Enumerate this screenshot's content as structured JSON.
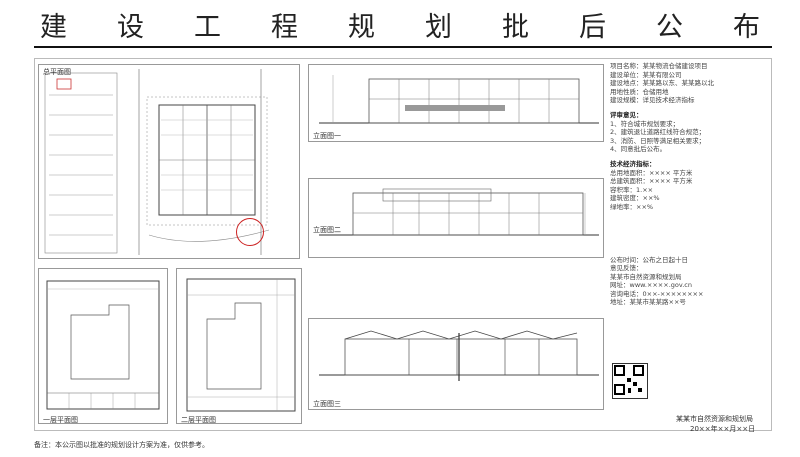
{
  "title_chars": [
    "建",
    "设",
    "工",
    "程",
    "规",
    "划",
    "批",
    "后",
    "公",
    "布"
  ],
  "drawings": {
    "site_plan_label": "总平面图",
    "elev1_label": "立面图一",
    "elev2_label": "立面图二",
    "elev3_label": "立面图三",
    "floor1_label": "一层平面图",
    "floor2_label": "二层平面图"
  },
  "info": {
    "project": [
      "项目名称：某某物流仓储建设项目",
      "建设单位：某某有限公司",
      "建设地点：某某路以东、某某路以北",
      "用地性质：仓储用地",
      "建设规模：详见技术经济指标"
    ],
    "review_head": "评审意见：",
    "review": [
      "1、符合城市规划要求；",
      "2、建筑退让道路红线符合规范；",
      "3、消防、日照等满足相关要求；",
      "4、同意批后公布。"
    ],
    "tech_head": "技术经济指标：",
    "tech": [
      "总用地面积：×××× 平方米",
      "总建筑面积：×××× 平方米",
      "容积率：1.××",
      "建筑密度：××%",
      "绿地率：××%"
    ],
    "public": [
      "公布时间：公布之日起十日",
      "意见反馈：",
      "某某市自然资源和规划局",
      "网址：www.××××.gov.cn",
      "咨询电话：0××-××××××××",
      "地址：某某市某某路××号"
    ],
    "sign_org": "某某市自然资源和规划局",
    "sign_date": "20××年××月××日"
  },
  "footer": "备注：本公示图以批准的规划设计方案为准，仅供参考。"
}
